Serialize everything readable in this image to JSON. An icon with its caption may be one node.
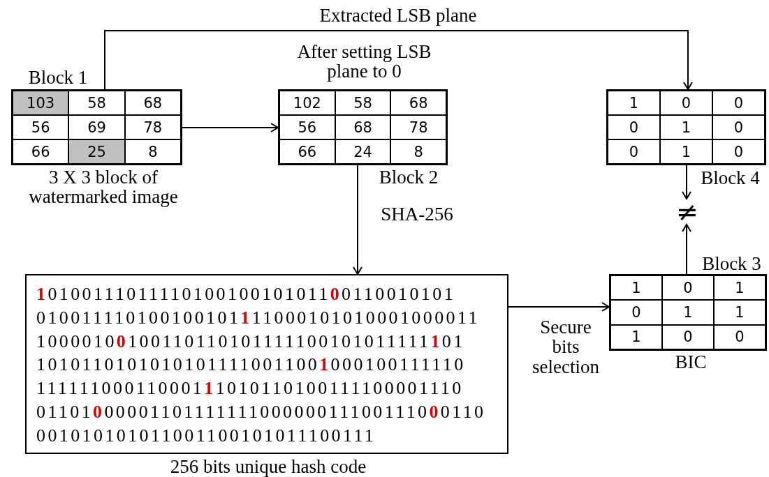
{
  "diagram": {
    "nodes": [
      {
        "text": [
          "Block 1",
          "103",
          "58",
          "68",
          "56",
          "69",
          "78",
          "66",
          "25",
          "8"
        ],
        "beside": [
          "3 X 3 block of watermarked image"
        ]
      },
      {
        "text": [
          "After setting LSB plane to 0",
          "102",
          "58",
          "68",
          "56",
          "68",
          "78",
          "66",
          "24",
          "8"
        ],
        "beside": [
          "Block 2"
        ]
      },
      {
        "text": [
          "1",
          "0",
          "0",
          "0",
          "1",
          "0",
          "0",
          "1",
          "0"
        ],
        "beside": [
          "Block 4"
        ]
      },
      {
        "text": [
          "≠"
        ]
      },
      {
        "text": [
          "**1**0100111011110100100101011**0**0110010101",
          "010011110100100101**1**11000101010001000011",
          "1000010**0**100110110101111100101011111**1**01",
          "1010110101010101111001100**1**000100111110",
          "111111000110001**1**1010110100111100001110",
          "01101**0**00001101111111000000111001110**0**0110",
          "001010101011001100101011100111"
        ],
        "beside": [
          "256 bits unique hash code"
        ]
      },
      {
        "text": [
          "1",
          "0",
          "1",
          "0",
          "1",
          "1",
          "1",
          "0",
          "0"
        ],
        "beside": [
          "Block 3",
          "BIC"
        ]
      }
    ],
    "edges": [
      {
        "from": 0,
        "to": 1,
        "arrow": "to"
      },
      {
        "from": 0,
        "to": 2,
        "arrow": "to",
        "label": "Extracted LSB plane"
      },
      {
        "from": 1,
        "to": 4,
        "arrow": "to",
        "label": "SHA-256"
      },
      {
        "from": 4,
        "to": 5,
        "arrow": "to",
        "label": "Secure bits selection"
      },
      {
        "from": 2,
        "to": 3,
        "arrow": "to"
      },
      {
        "from": 5,
        "to": 3,
        "arrow": "to"
      }
    ]
  }
}
